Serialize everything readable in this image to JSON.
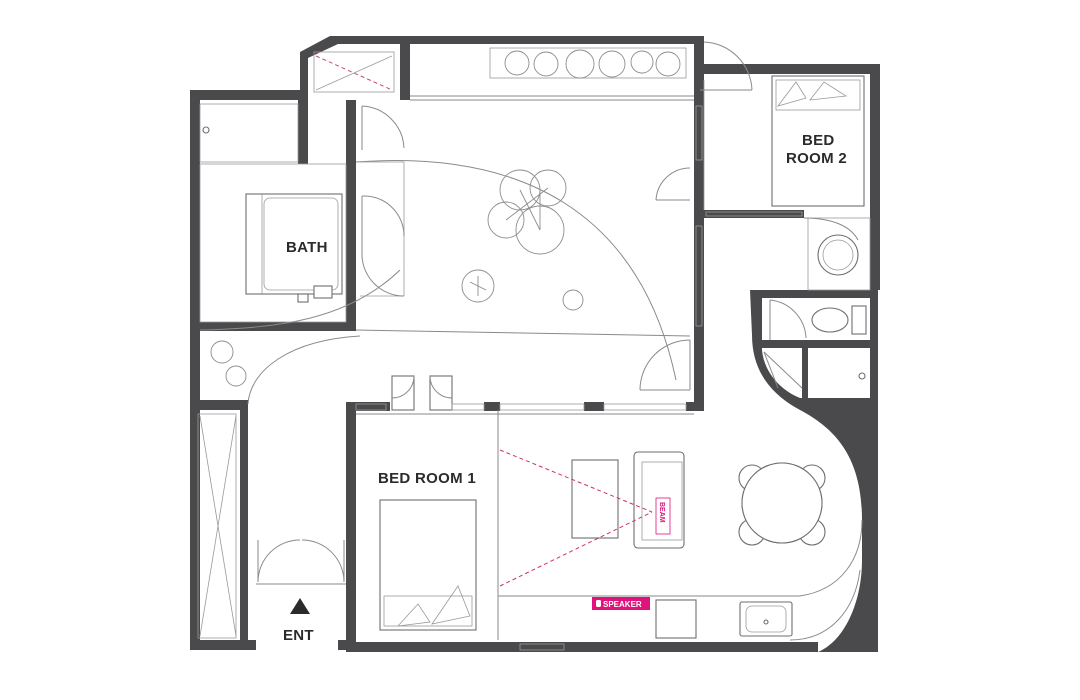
{
  "floorplan": {
    "rooms": {
      "bath": "BATH",
      "bedroom1": "BED ROOM 1",
      "bedroom2_line1": "BED",
      "bedroom2_line2": "ROOM 2",
      "entrance": "ENT"
    },
    "tags": {
      "speaker": "SPEAKER",
      "beam": "BEAM"
    },
    "colors": {
      "wall": "#4a4a4c",
      "accent": "#e0137d",
      "background": "#ffffff"
    },
    "icons": [
      "entrance-arrow-icon",
      "speaker-icon"
    ]
  }
}
